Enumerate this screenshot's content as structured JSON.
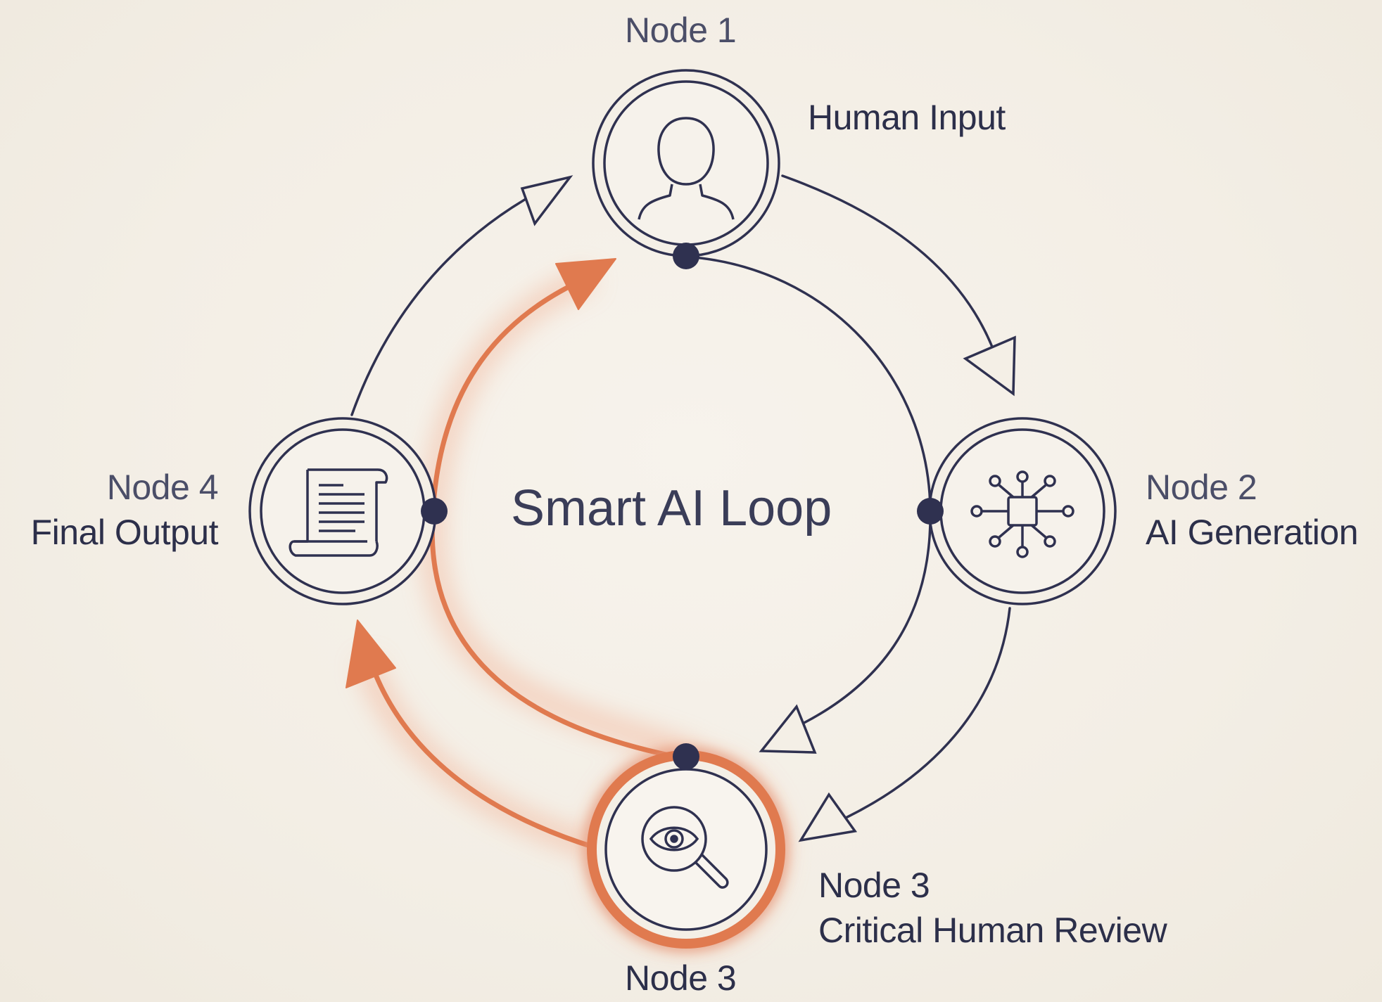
{
  "title": "Smart AI Loop",
  "colors": {
    "stroke": "#2f3150",
    "accent": "#e07a4f",
    "background": "#f4efe6"
  },
  "nodes": {
    "node1": {
      "number": "Node 1",
      "label": "Human Input",
      "icon": "person-icon"
    },
    "node2": {
      "number": "Node 2",
      "label": "AI Generation",
      "icon": "chip-icon"
    },
    "node3": {
      "number": "Node 3",
      "label": "Critical Human Review",
      "bottom_label": "Node 3",
      "icon": "magnifier-eye-icon"
    },
    "node4": {
      "number": "Node 4",
      "label": "Final Output",
      "icon": "scroll-document-icon"
    }
  }
}
